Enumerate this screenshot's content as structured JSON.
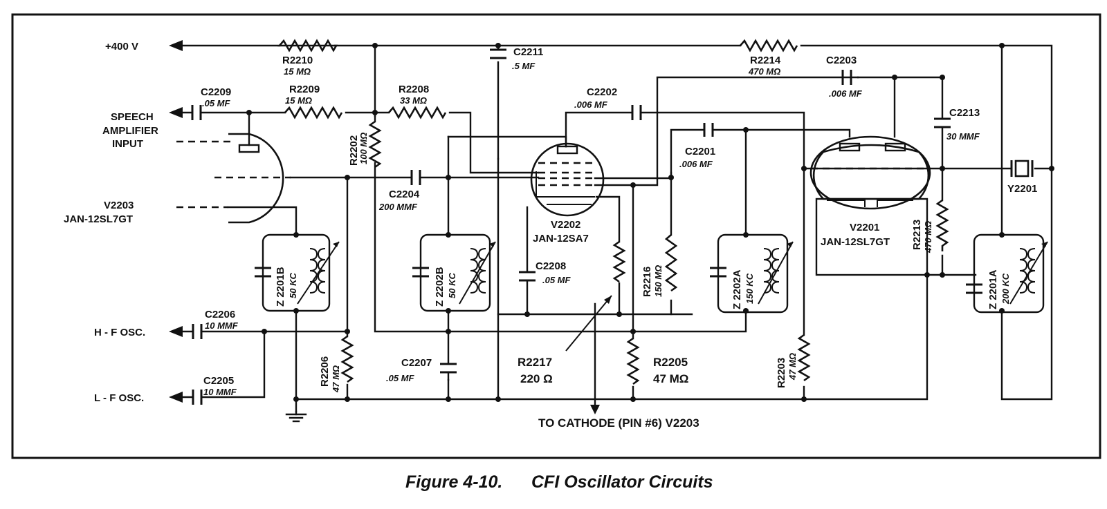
{
  "caption": {
    "number": "Figure 4-10.",
    "title": "CFI Oscillator Circuits"
  },
  "terminals": {
    "supply": "+400 V",
    "speech_input": [
      "SPEECH",
      "AMPLIFIER",
      "INPUT"
    ],
    "hf_osc": "H - F  OSC.",
    "lf_osc": "L - F  OSC.",
    "cathode_note": "TO CATHODE (PIN #6) V2203"
  },
  "tubes": [
    {
      "ref": "V2203",
      "type": "JAN-12SL7GT"
    },
    {
      "ref": "V2202",
      "type": "JAN-12SA7"
    },
    {
      "ref": "V2201",
      "type": "JAN-12SL7GT"
    }
  ],
  "resistors": [
    {
      "ref": "R2210",
      "value": "15 MΩ"
    },
    {
      "ref": "R2214",
      "value": "470 MΩ"
    },
    {
      "ref": "R2209",
      "value": "15 MΩ"
    },
    {
      "ref": "R2208",
      "value": "33 MΩ"
    },
    {
      "ref": "R2202",
      "value": "100 MΩ"
    },
    {
      "ref": "R2206",
      "value": "47 MΩ"
    },
    {
      "ref": "R2216",
      "value": "150 MΩ"
    },
    {
      "ref": "R2213",
      "value": "470 MΩ"
    },
    {
      "ref": "R2217",
      "value": "220 Ω"
    },
    {
      "ref": "R2205",
      "value": "47 MΩ"
    },
    {
      "ref": "R2203",
      "value": "47 MΩ"
    }
  ],
  "capacitors": [
    {
      "ref": "C2211",
      "value": ".5 MF"
    },
    {
      "ref": "C2209",
      "value": ".05 MF"
    },
    {
      "ref": "C2202",
      "value": ".006 MF"
    },
    {
      "ref": "C2203",
      "value": ".006 MF"
    },
    {
      "ref": "C2213",
      "value": "30 MMF"
    },
    {
      "ref": "C2201",
      "value": ".006 MF"
    },
    {
      "ref": "C2204",
      "value": "200 MMF"
    },
    {
      "ref": "C2208",
      "value": ".05 MF"
    },
    {
      "ref": "C2206",
      "value": "10 MMF"
    },
    {
      "ref": "C2205",
      "value": "10 MMF"
    },
    {
      "ref": "C2207",
      "value": ".05 MF"
    }
  ],
  "transformers": [
    {
      "ref": "Z 2201B",
      "value": "50 KC"
    },
    {
      "ref": "Z 2202B",
      "value": "50 KC"
    },
    {
      "ref": "Z 2202A",
      "value": "150 KC"
    },
    {
      "ref": "Z 2201A",
      "value": "200 KC"
    }
  ],
  "crystal": {
    "ref": "Y2201"
  }
}
